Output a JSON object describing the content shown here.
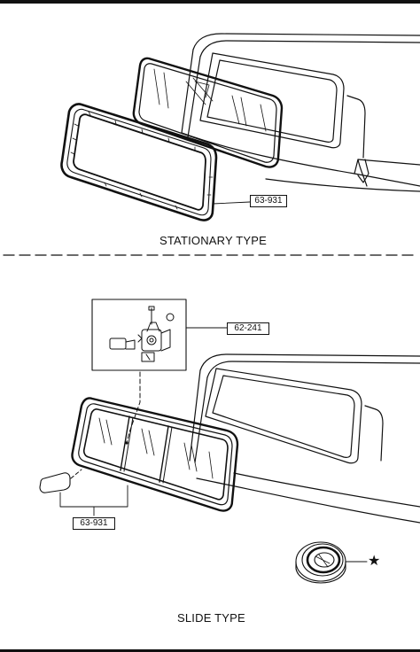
{
  "sections": [
    {
      "id": "stationary",
      "caption": "STATIONARY TYPE"
    },
    {
      "id": "slide",
      "caption": "SLIDE TYPE"
    }
  ],
  "parts": {
    "stationary_weatherstrip": "63-931",
    "slide_latch": "62-241",
    "slide_weatherstrip": "63-931"
  },
  "sealant_marker": "★",
  "icons": {
    "divider": "dashed-line",
    "sealant": "tape-roll-icon"
  }
}
